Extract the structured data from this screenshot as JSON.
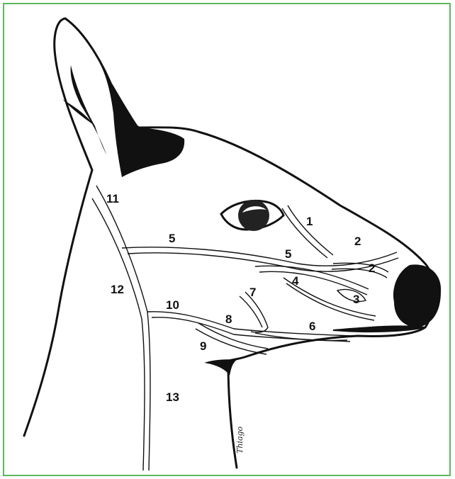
{
  "colors": {
    "border": "#5cb85c",
    "ink": "#111111",
    "background": "#ffffff"
  },
  "labels": {
    "l1": "1",
    "l2a": "2",
    "l2b": "2",
    "l3": "3",
    "l4": "4",
    "l5a": "5",
    "l5b": "5",
    "l6": "6",
    "l7": "7",
    "l8": "8",
    "l9": "9",
    "l10": "10",
    "l11": "11",
    "l12": "12",
    "l13": "13"
  },
  "signature": "Thiago"
}
